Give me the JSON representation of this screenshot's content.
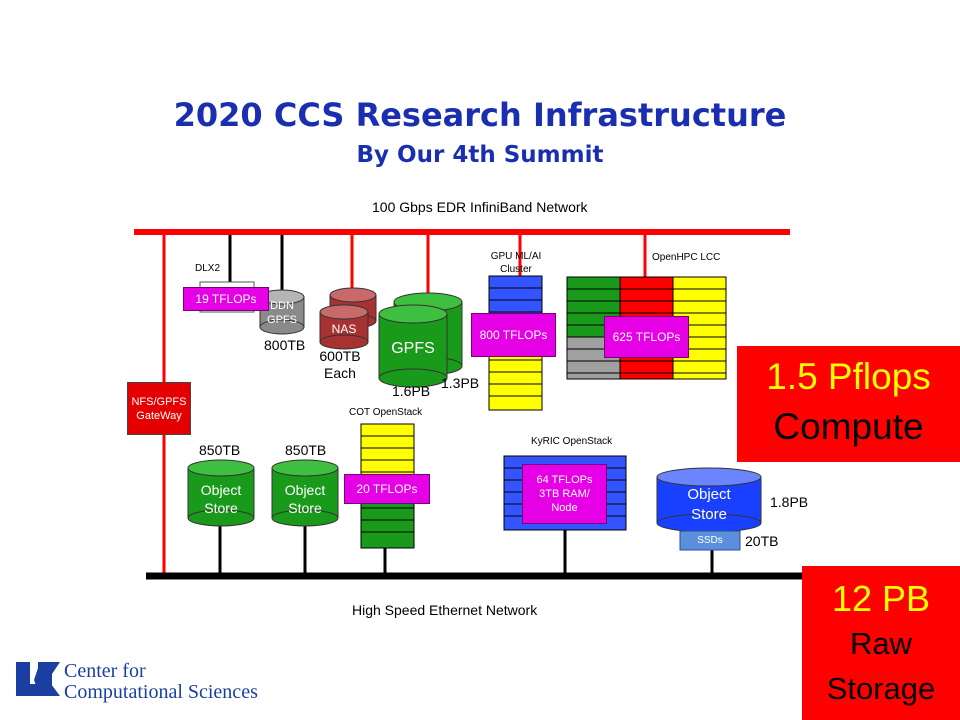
{
  "title": "2020 CCS Research Infrastructure",
  "subtitle": "By Our 4th Summit",
  "networks": {
    "infiniband": "100 Gbps EDR InfiniBand Network",
    "ethernet": "High Speed Ethernet Network"
  },
  "gateway": {
    "label_line1": "NFS/GPFS",
    "label_line2": "GateWay"
  },
  "dlx2": {
    "label": "DLX2",
    "tflops": "19 TFLOPs"
  },
  "ddn": {
    "label_line1": "DDN",
    "label_line2": "GPFS",
    "capacity": "800TB"
  },
  "nas": {
    "label": "NAS",
    "capacity_line1": "600TB",
    "capacity_line2": "Each"
  },
  "gpfs": {
    "label": "GPFS",
    "capacity_front": "1.6PB",
    "capacity_back": "1.3PB"
  },
  "gpu_cluster": {
    "label_line1": "GPU ML/AI",
    "label_line2": "Cluster",
    "tflops": "800 TFLOPs"
  },
  "openhpc": {
    "label": "OpenHPC LCC",
    "tflops": "625 TFLOPs"
  },
  "cot": {
    "label": "COT OpenStack",
    "tflops": "20 TFLOPs"
  },
  "kyric": {
    "label": "KyRIC OpenStack",
    "spec_line1": "64 TFLOPs",
    "spec_line2": "3TB RAM/",
    "spec_line3": "Node"
  },
  "object_store_1": {
    "capacity": "850TB",
    "label_line1": "Object",
    "label_line2": "Store"
  },
  "object_store_2": {
    "capacity": "850TB",
    "label_line1": "Object",
    "label_line2": "Store"
  },
  "object_store_3": {
    "capacity": "1.8PB",
    "label_line1": "Object",
    "label_line2": "Store",
    "ssd_label": "SSDs",
    "ssd_capacity": "20TB"
  },
  "compute_box": {
    "line1": "1.5 Pflops",
    "line2": "Compute"
  },
  "storage_box": {
    "line1": "12 PB",
    "line2": "Raw",
    "line3": "Storage"
  },
  "logo": {
    "line1": "Center for",
    "line2": "Computational Sciences"
  },
  "colors": {
    "title": "#1a2fb0",
    "accent_red": "#ff0000",
    "magenta": "#e600e6",
    "green": "#1a9a1a",
    "yellow": "#ffff00",
    "blue": "#3355ff",
    "gray": "#a0a0a0"
  }
}
